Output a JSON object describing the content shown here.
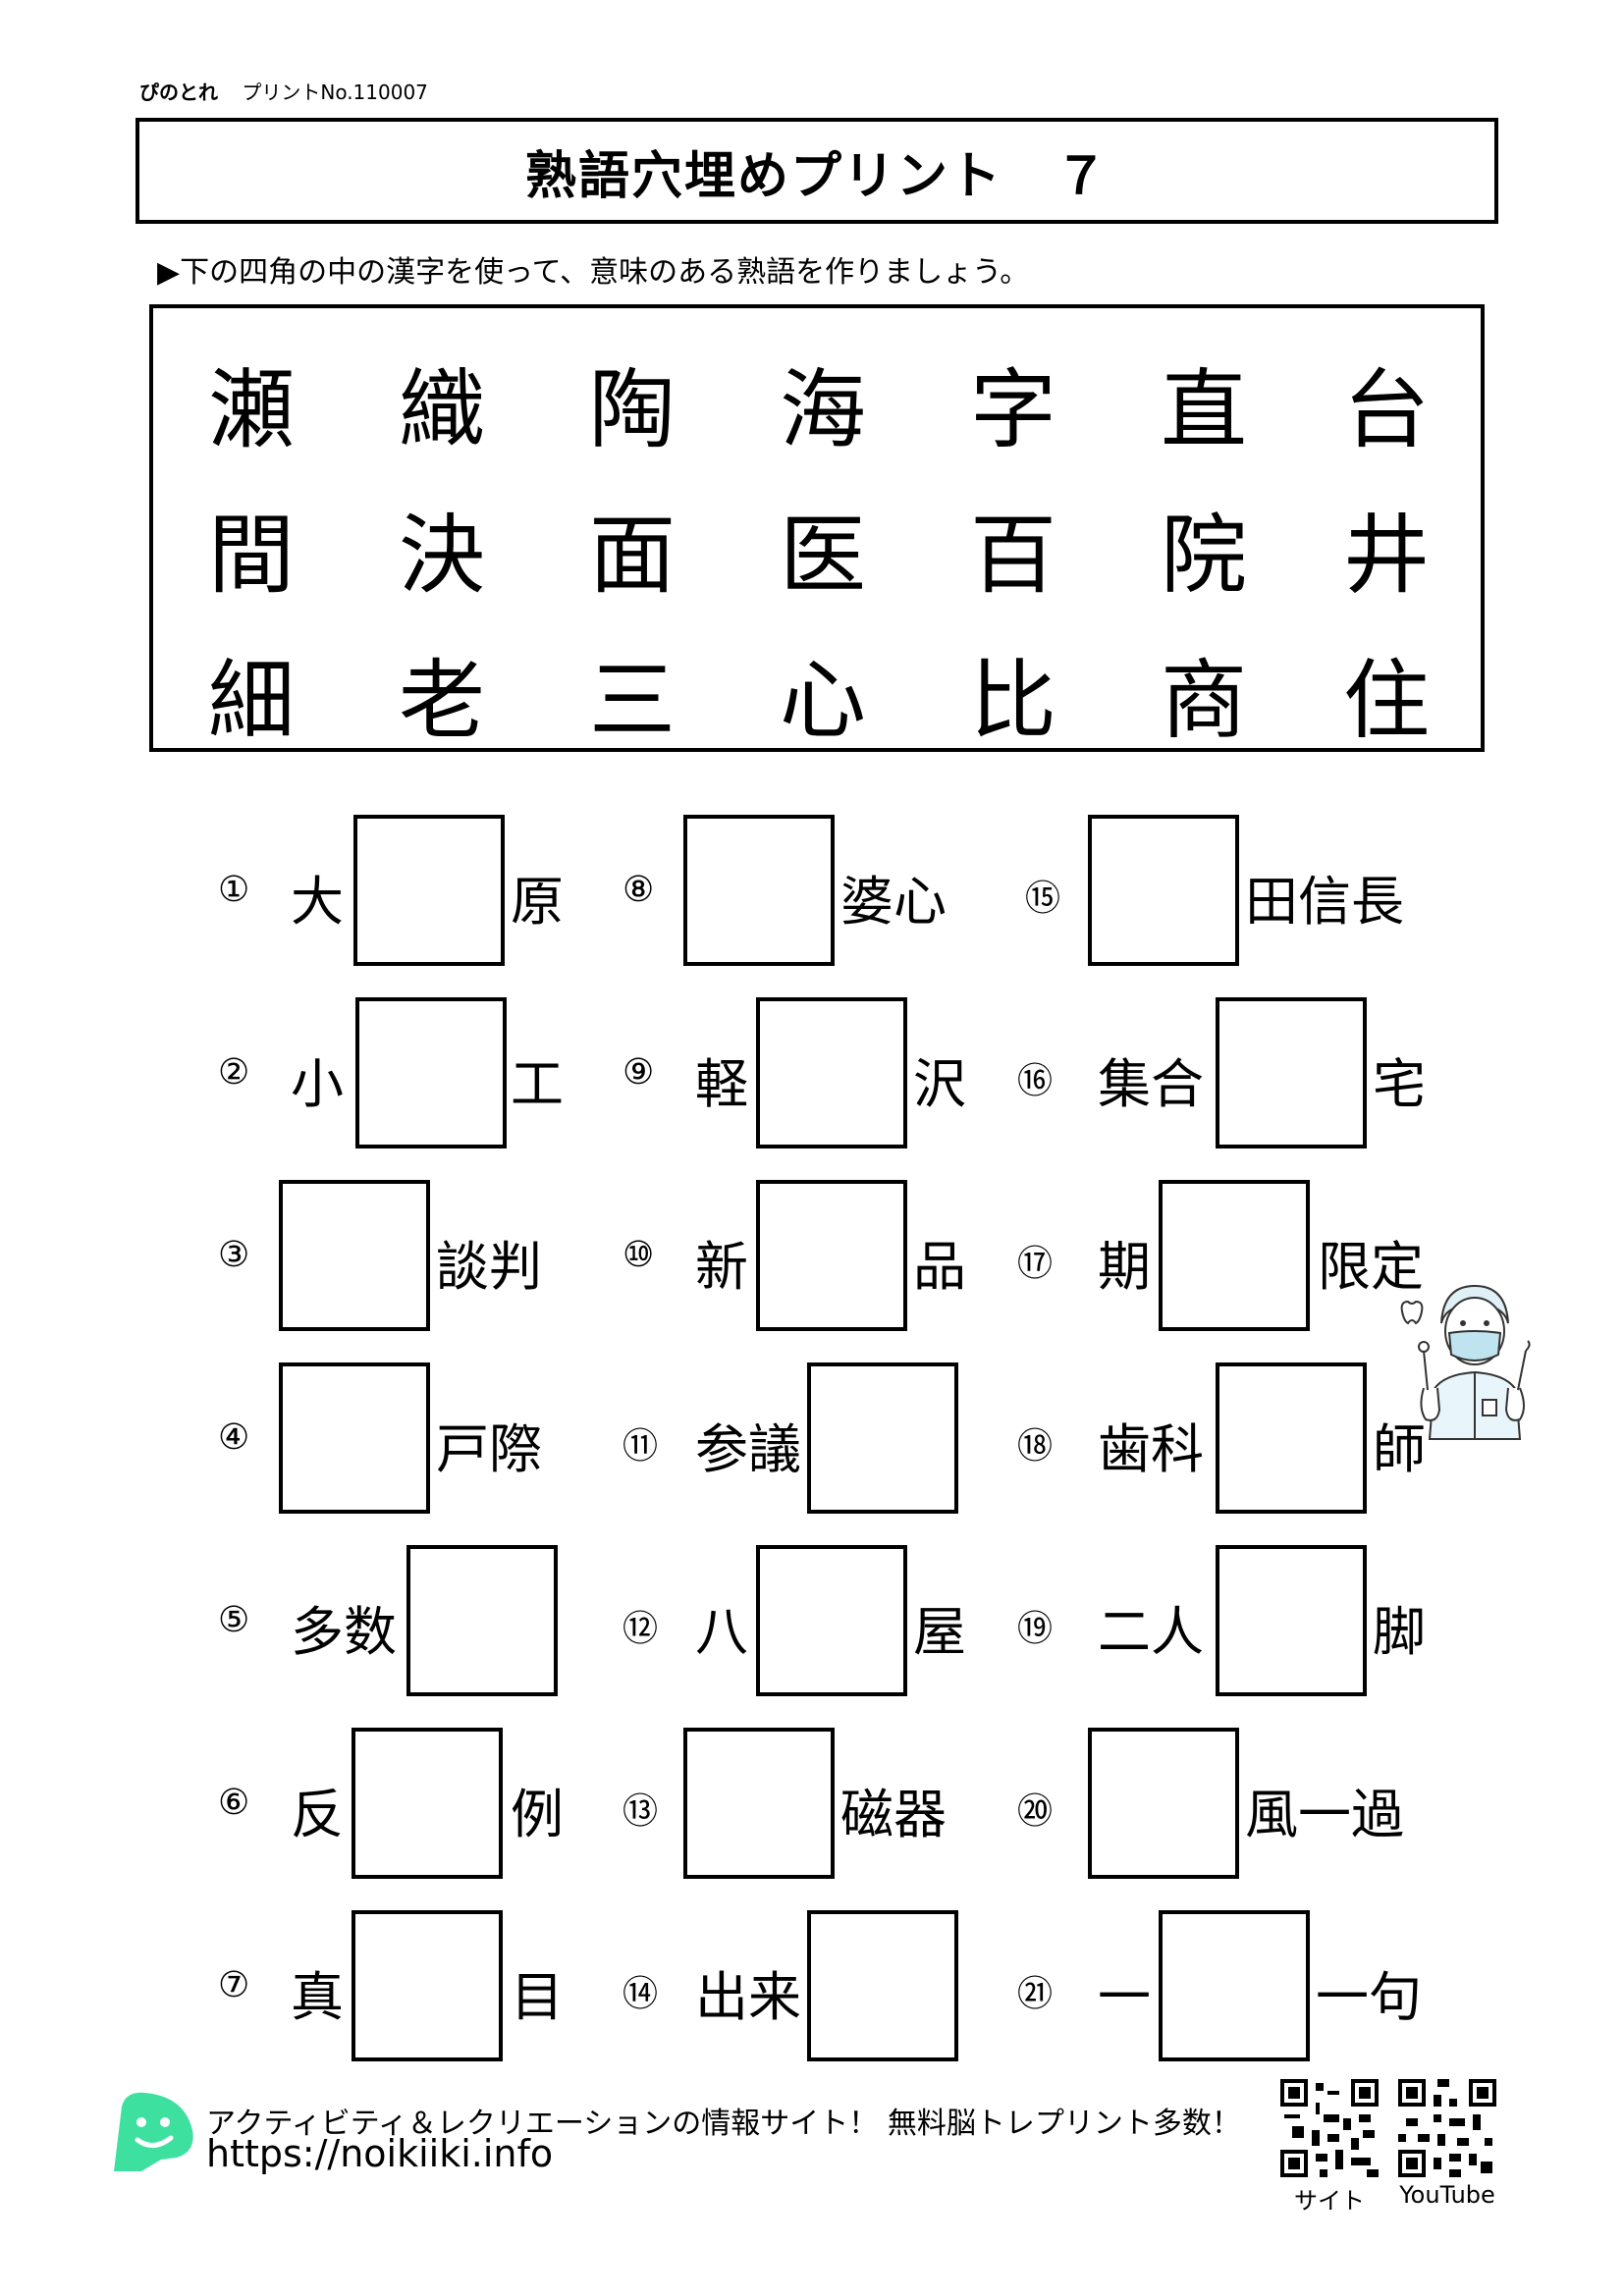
{
  "header": {
    "brand": "ぴのとれ",
    "print_no": "プリントNo.110007"
  },
  "title": "熟語穴埋めプリント　７",
  "instruction": "▶下の四角の中の漢字を使って、意味のある熟語を作りましょう。",
  "kanji_rows": [
    [
      "瀬",
      "織",
      "陶",
      "海",
      "字",
      "直",
      "台"
    ],
    [
      "間",
      "決",
      "面",
      "医",
      "百",
      "院",
      "井"
    ],
    [
      "細",
      "老",
      "三",
      "心",
      "比",
      "商",
      "住"
    ]
  ],
  "questions": [
    {
      "num": "①",
      "before": "大",
      "after": "原"
    },
    {
      "num": "②",
      "before": "小",
      "after": "工"
    },
    {
      "num": "③",
      "before": "",
      "after": "談判"
    },
    {
      "num": "④",
      "before": "",
      "after": "戸際"
    },
    {
      "num": "⑤",
      "before": "多数",
      "after": ""
    },
    {
      "num": "⑥",
      "before": "反",
      "after": "例"
    },
    {
      "num": "⑦",
      "before": "真",
      "after": "目"
    },
    {
      "num": "⑧",
      "before": "",
      "after": "婆心"
    },
    {
      "num": "⑨",
      "before": "軽",
      "after": "沢"
    },
    {
      "num": "⑩",
      "before": "新",
      "after": "品"
    },
    {
      "num": "⑪",
      "before": "参議",
      "after": ""
    },
    {
      "num": "⑫",
      "before": "八",
      "after": "屋"
    },
    {
      "num": "⑬",
      "before": "",
      "after": "磁器"
    },
    {
      "num": "⑭",
      "before": "出来",
      "after": ""
    },
    {
      "num": "⑮",
      "before": "",
      "after": "田信長"
    },
    {
      "num": "⑯",
      "before": "集合",
      "after": "宅"
    },
    {
      "num": "⑰",
      "before": "期",
      "after": "限定"
    },
    {
      "num": "⑱",
      "before": "歯科",
      "after": "師"
    },
    {
      "num": "⑲",
      "before": "二人",
      "after": "脚"
    },
    {
      "num": "⑳",
      "before": "",
      "after": "風一過"
    },
    {
      "num": "㉑",
      "before": "一",
      "after": "一句"
    }
  ],
  "footer": {
    "tagline": "アクティビティ＆レクリエーションの情報サイト！ 無料脳トレプリント多数！",
    "url": "https://noikiiki.info",
    "qr_site_label": "サイト",
    "qr_youtube_label": "YouTube"
  },
  "colors": {
    "logo": "#3ee0a0",
    "text": "#000000"
  },
  "icons": [
    "qr-code-icon",
    "dentist-illustration",
    "site-logo-icon"
  ]
}
